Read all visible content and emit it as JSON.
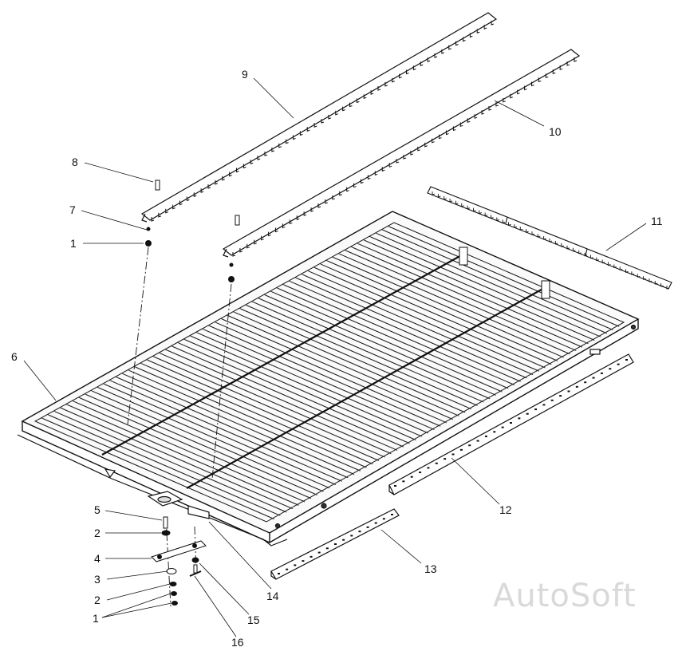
{
  "callouts": [
    {
      "id": "c9",
      "label": "9"
    },
    {
      "id": "c10",
      "label": "10"
    },
    {
      "id": "c8",
      "label": "8"
    },
    {
      "id": "c7",
      "label": "7"
    },
    {
      "id": "c1a",
      "label": "1"
    },
    {
      "id": "c11",
      "label": "11"
    },
    {
      "id": "c6",
      "label": "6"
    },
    {
      "id": "c12",
      "label": "12"
    },
    {
      "id": "c13",
      "label": "13"
    },
    {
      "id": "c14",
      "label": "14"
    },
    {
      "id": "c5",
      "label": "5"
    },
    {
      "id": "c2a",
      "label": "2"
    },
    {
      "id": "c4",
      "label": "4"
    },
    {
      "id": "c3",
      "label": "3"
    },
    {
      "id": "c2b",
      "label": "2"
    },
    {
      "id": "c1b",
      "label": "1"
    },
    {
      "id": "c15",
      "label": "15"
    },
    {
      "id": "c16",
      "label": "16"
    }
  ],
  "watermark": "AutoSoft"
}
